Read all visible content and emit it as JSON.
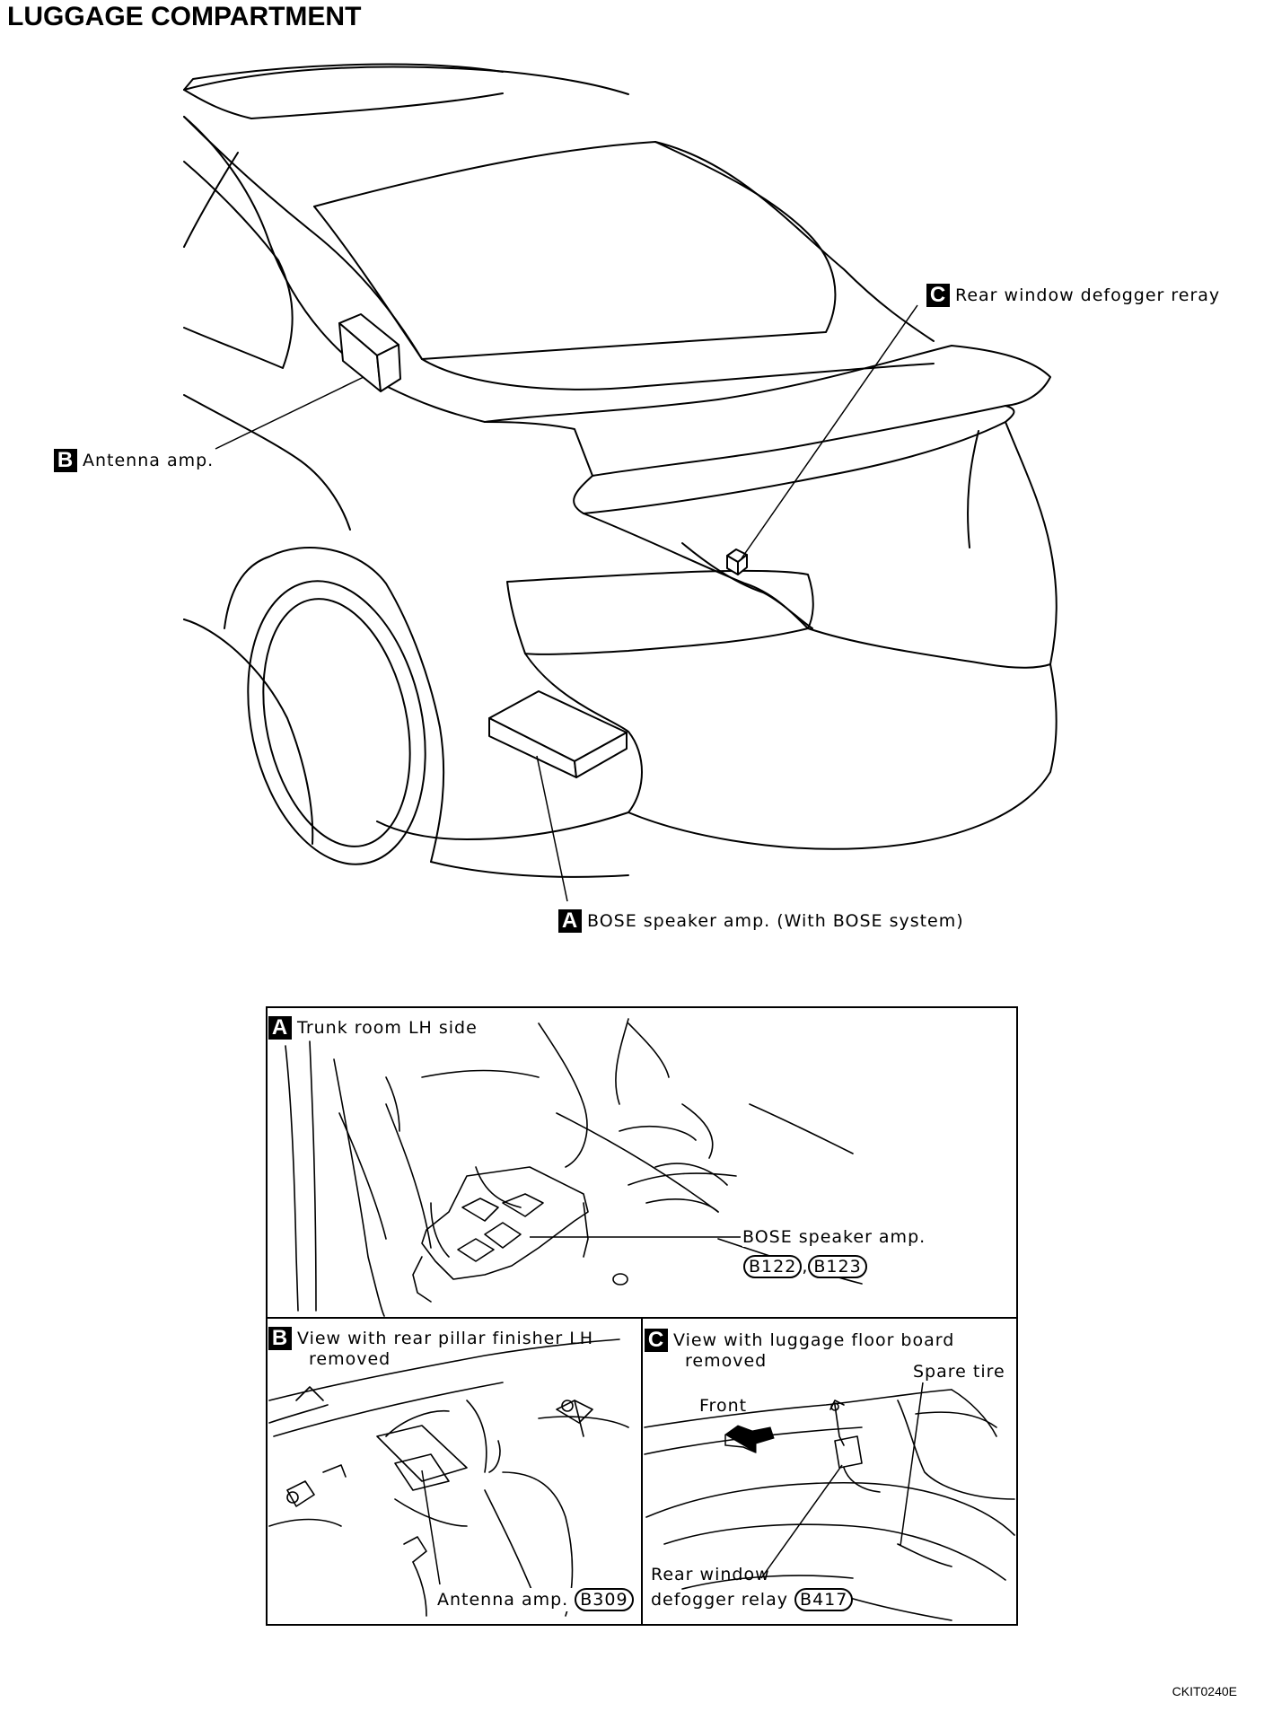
{
  "title": "LUGGAGE COMPARTMENT",
  "callouts": {
    "c": {
      "letter": "C",
      "label": "Rear window defogger reray"
    },
    "b": {
      "letter": "B",
      "label": "Antenna amp."
    },
    "a": {
      "letter": "A",
      "label": "BOSE speaker amp. (With BOSE system)"
    }
  },
  "panel_a": {
    "letter": "A",
    "heading": "Trunk room LH side",
    "label": "BOSE speaker amp.",
    "connectors": [
      "B122",
      "B123"
    ],
    "separator": ","
  },
  "panel_b": {
    "letter": "B",
    "heading_line1": "View with rear pillar finisher LH",
    "heading_line2": "removed",
    "label": "Antenna amp.",
    "connector": "B309"
  },
  "panel_c": {
    "letter": "C",
    "heading_line1": "View with luggage floor board",
    "heading_line2": "removed",
    "spare_tire": "Spare tire",
    "front": "Front",
    "label_line1": "Rear window",
    "label_line2": "defogger relay",
    "connector": "B417"
  },
  "figure_code": "CKIT0240E"
}
